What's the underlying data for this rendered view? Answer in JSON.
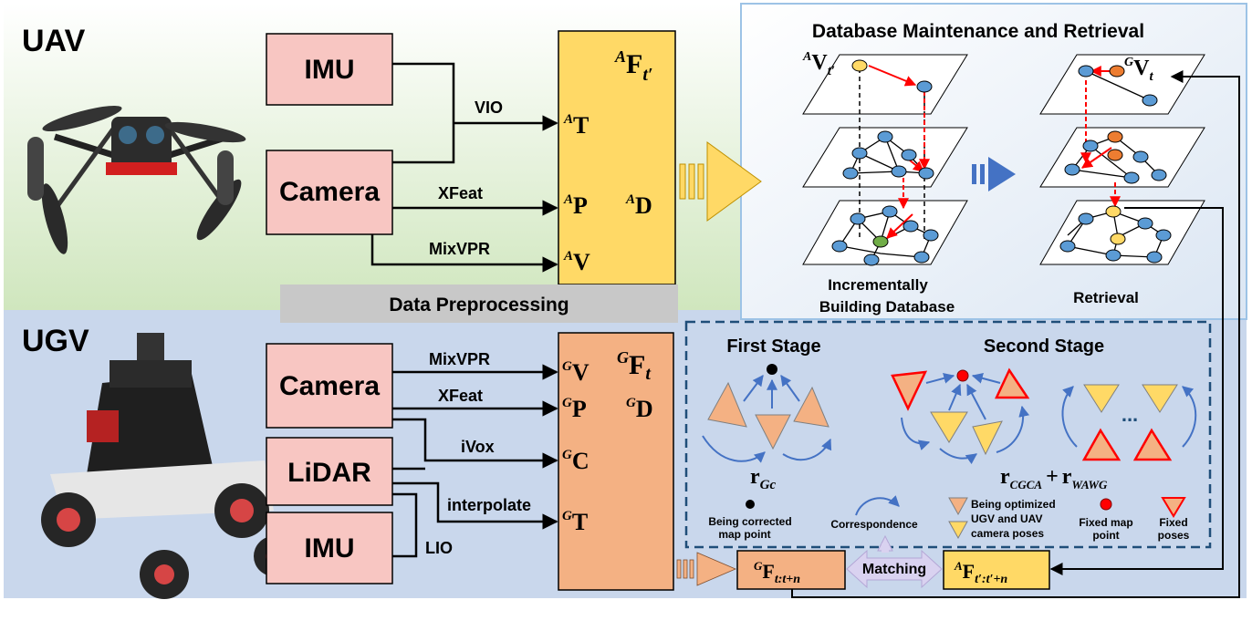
{
  "uav": {
    "title": "UAV",
    "modules": {
      "imu": "IMU",
      "camera": "Camera"
    },
    "edges": {
      "vio": "VIO",
      "xfeat": "XFeat",
      "mixvpr": "MixVPR"
    },
    "frame": {
      "sup": "A",
      "main": "F",
      "sub": "t′"
    },
    "items": {
      "t": {
        "sup": "A",
        "main": "T"
      },
      "p": {
        "sup": "A",
        "main": "P"
      },
      "d": {
        "sup": "A",
        "main": "D"
      },
      "v": {
        "sup": "A",
        "main": "V"
      }
    }
  },
  "preprocessing": {
    "label": "Data Preprocessing"
  },
  "ugv": {
    "title": "UGV",
    "modules": {
      "camera": "Camera",
      "lidar": "LiDAR",
      "imu": "IMU"
    },
    "edges": {
      "mixvpr": "MixVPR",
      "xfeat": "XFeat",
      "ivox": "iVox",
      "interpolate": "interpolate",
      "lio": "LIO"
    },
    "frame": {
      "sup": "G",
      "main": "F",
      "sub": "t"
    },
    "items": {
      "v": {
        "sup": "G",
        "main": "V"
      },
      "p": {
        "sup": "G",
        "main": "P"
      },
      "d": {
        "sup": "G",
        "main": "D"
      },
      "c": {
        "sup": "G",
        "main": "C"
      },
      "t": {
        "sup": "G",
        "main": "T"
      }
    }
  },
  "database": {
    "title": "Database Maintenance and Retrieval",
    "left_var": {
      "sup": "A",
      "main": "V",
      "sub": "t′"
    },
    "right_var": {
      "sup": "G",
      "main": "V",
      "sub": "t"
    },
    "left_caption_1": "Incrementally",
    "left_caption_2": "Building Database",
    "right_caption": "Retrieval"
  },
  "stages": {
    "first_title": "First Stage",
    "second_title": "Second Stage",
    "first_residual": {
      "main": "r",
      "sub": "Gc"
    },
    "second_residual_a": {
      "main": "r",
      "sub": "CGCA"
    },
    "plus": "+",
    "second_residual_b": {
      "main": "r",
      "sub": "WAWG"
    },
    "ellipsis": "...",
    "legend": {
      "corrected_1": "Being corrected",
      "corrected_2": "map point",
      "correspondence": "Correspondence",
      "optimized_1": "Being optimized",
      "optimized_2": "UGV and UAV",
      "optimized_3": "camera poses",
      "fixed_point_1": "Fixed map",
      "fixed_point_2": "point",
      "fixed_poses_1": "Fixed",
      "fixed_poses_2": "poses"
    }
  },
  "matching": {
    "ugv_box": {
      "sup": "G",
      "main": "F",
      "sub": "t:t+n"
    },
    "label": "Matching",
    "uav_box": {
      "sup": "A",
      "main": "F",
      "sub": "t′:t′+n"
    }
  },
  "colors": {
    "module_pink": "#f8c6c2",
    "uav_frame_yellow": "#ffd966",
    "ugv_frame_orange": "#f4b183",
    "triangle_orange": "#f4b183",
    "triangle_yellow": "#ffd966",
    "fixed_red": "#ff0000",
    "node_blue": "#5b9bd5",
    "arrow_blue": "#4472c4",
    "uav_bg_green": "#e2efd9",
    "ugv_bg_blue": "#c9d7ec"
  }
}
